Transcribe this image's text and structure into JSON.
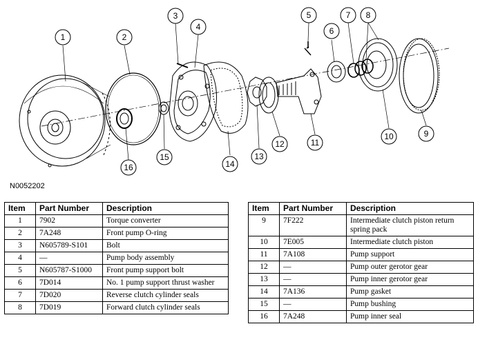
{
  "figure_id": "N0052202",
  "callouts": [
    "1",
    "2",
    "3",
    "4",
    "5",
    "6",
    "7",
    "8",
    "9",
    "10",
    "11",
    "12",
    "13",
    "14",
    "15",
    "16"
  ],
  "table_headers": {
    "item": "Item",
    "part_number": "Part Number",
    "description": "Description"
  },
  "left_rows": [
    {
      "item": "1",
      "part": "7902",
      "desc": "Torque converter"
    },
    {
      "item": "2",
      "part": "7A248",
      "desc": "Front pump O-ring"
    },
    {
      "item": "3",
      "part": "N605789-S101",
      "desc": "Bolt"
    },
    {
      "item": "4",
      "part": "—",
      "desc": "Pump body assembly"
    },
    {
      "item": "5",
      "part": "N605787-S1000",
      "desc": "Front pump support bolt"
    },
    {
      "item": "6",
      "part": "7D014",
      "desc": "No. 1 pump support thrust washer"
    },
    {
      "item": "7",
      "part": "7D020",
      "desc": "Reverse clutch cylinder seals"
    },
    {
      "item": "8",
      "part": "7D019",
      "desc": "Forward clutch cylinder seals"
    }
  ],
  "right_rows": [
    {
      "item": "9",
      "part": "7F222",
      "desc": "Intermediate clutch piston return spring pack"
    },
    {
      "item": "10",
      "part": "7E005",
      "desc": "Intermediate clutch piston"
    },
    {
      "item": "11",
      "part": "7A108",
      "desc": "Pump support"
    },
    {
      "item": "12",
      "part": "—",
      "desc": "Pump outer gerotor gear"
    },
    {
      "item": "13",
      "part": "—",
      "desc": "Pump inner gerotor gear"
    },
    {
      "item": "14",
      "part": "7A136",
      "desc": "Pump gasket"
    },
    {
      "item": "15",
      "part": "—",
      "desc": "Pump bushing"
    },
    {
      "item": "16",
      "part": "7A248",
      "desc": "Pump inner seal"
    }
  ]
}
